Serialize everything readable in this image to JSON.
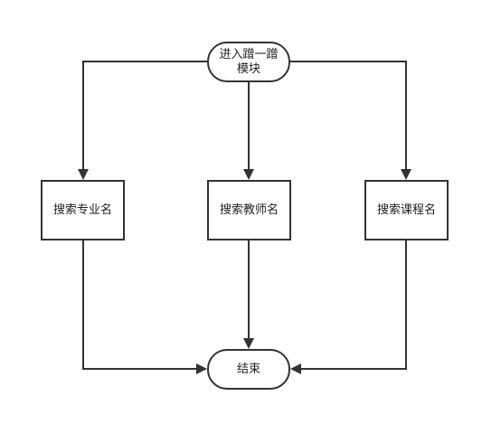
{
  "nodes": {
    "start": {
      "label": "进入蹭一蹭模块"
    },
    "search_major": {
      "label": "搜索专业名"
    },
    "search_teacher": {
      "label": "搜索教师名"
    },
    "search_course": {
      "label": "搜索课程名"
    },
    "end": {
      "label": "结束"
    }
  },
  "colors": {
    "stroke": "#333333",
    "text": "#222222",
    "background": "#ffffff"
  }
}
